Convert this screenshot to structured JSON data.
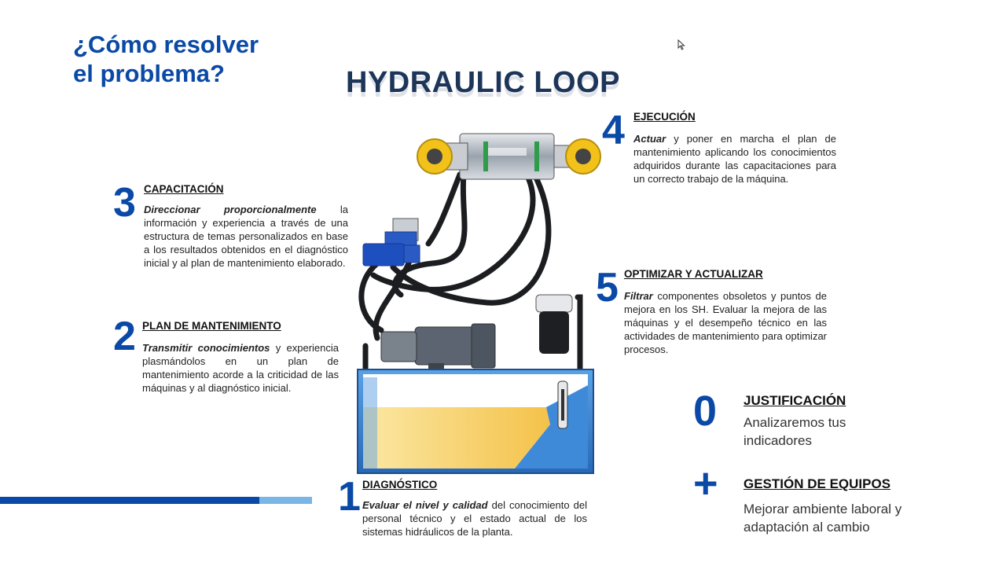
{
  "slide": {
    "title_line1": "¿Cómo resolver",
    "title_line2": "el problema?",
    "loop_title": "HYDRAULIC LOOP"
  },
  "steps": [
    {
      "number": "1",
      "title": "DIAGNÓSTICO",
      "lead": "Evaluar el nivel y calidad",
      "text": " del conocimiento del personal técnico y el estado actual de los sistemas hidráulicos de la planta."
    },
    {
      "number": "2",
      "title": "PLAN DE MANTENIMIENTO",
      "lead": "Transmitir conocimientos",
      "text": " y experiencia plasmándolos en un plan de mantenimiento acorde a la criticidad de las máquinas y al diagnóstico inicial."
    },
    {
      "number": "3",
      "title": "CAPACITACIÓN",
      "lead": "Direccionar proporcionalmente",
      "text": " la información y experiencia a través de una estructura de temas personalizados en base a los resultados obtenidos en el diagnóstico inicial y al plan de mantenimiento elaborado."
    },
    {
      "number": "4",
      "title": "EJECUCIÓN",
      "lead": "Actuar",
      "text": " y poner en marcha el plan de mantenimiento aplicando los conocimientos adquiridos durante las capacitaciones para un correcto trabajo de la máquina."
    },
    {
      "number": "5",
      "title": "OPTIMIZAR Y ACTUALIZAR",
      "lead": "Filtrar",
      "text": " componentes obsoletos y puntos de mejora en los SH.  Evaluar la mejora de las máquinas y el desempeño técnico en las actividades de mantenimiento para optimizar procesos."
    }
  ],
  "extras": [
    {
      "symbol": "0",
      "title": "JUSTIFICACIÓN",
      "text": "Analizaremos tus indicadores"
    },
    {
      "symbol": "+",
      "title": "GESTIÓN DE EQUIPOS",
      "text": "Mejorar ambiente laboral y adaptación al cambio"
    }
  ],
  "colors": {
    "accent_blue": "#0a49a6",
    "light_blue": "#79b6e6",
    "cylinder_yellow": "#f2c21b",
    "tank_blue": "#2f7fd0",
    "oil_yellow": "#f7d36a"
  },
  "icons": [
    "cursor-icon",
    "hydraulic-cylinder-icon",
    "directional-valve-icon",
    "electric-motor-icon",
    "hydraulic-filter-icon",
    "oil-tank-icon"
  ]
}
